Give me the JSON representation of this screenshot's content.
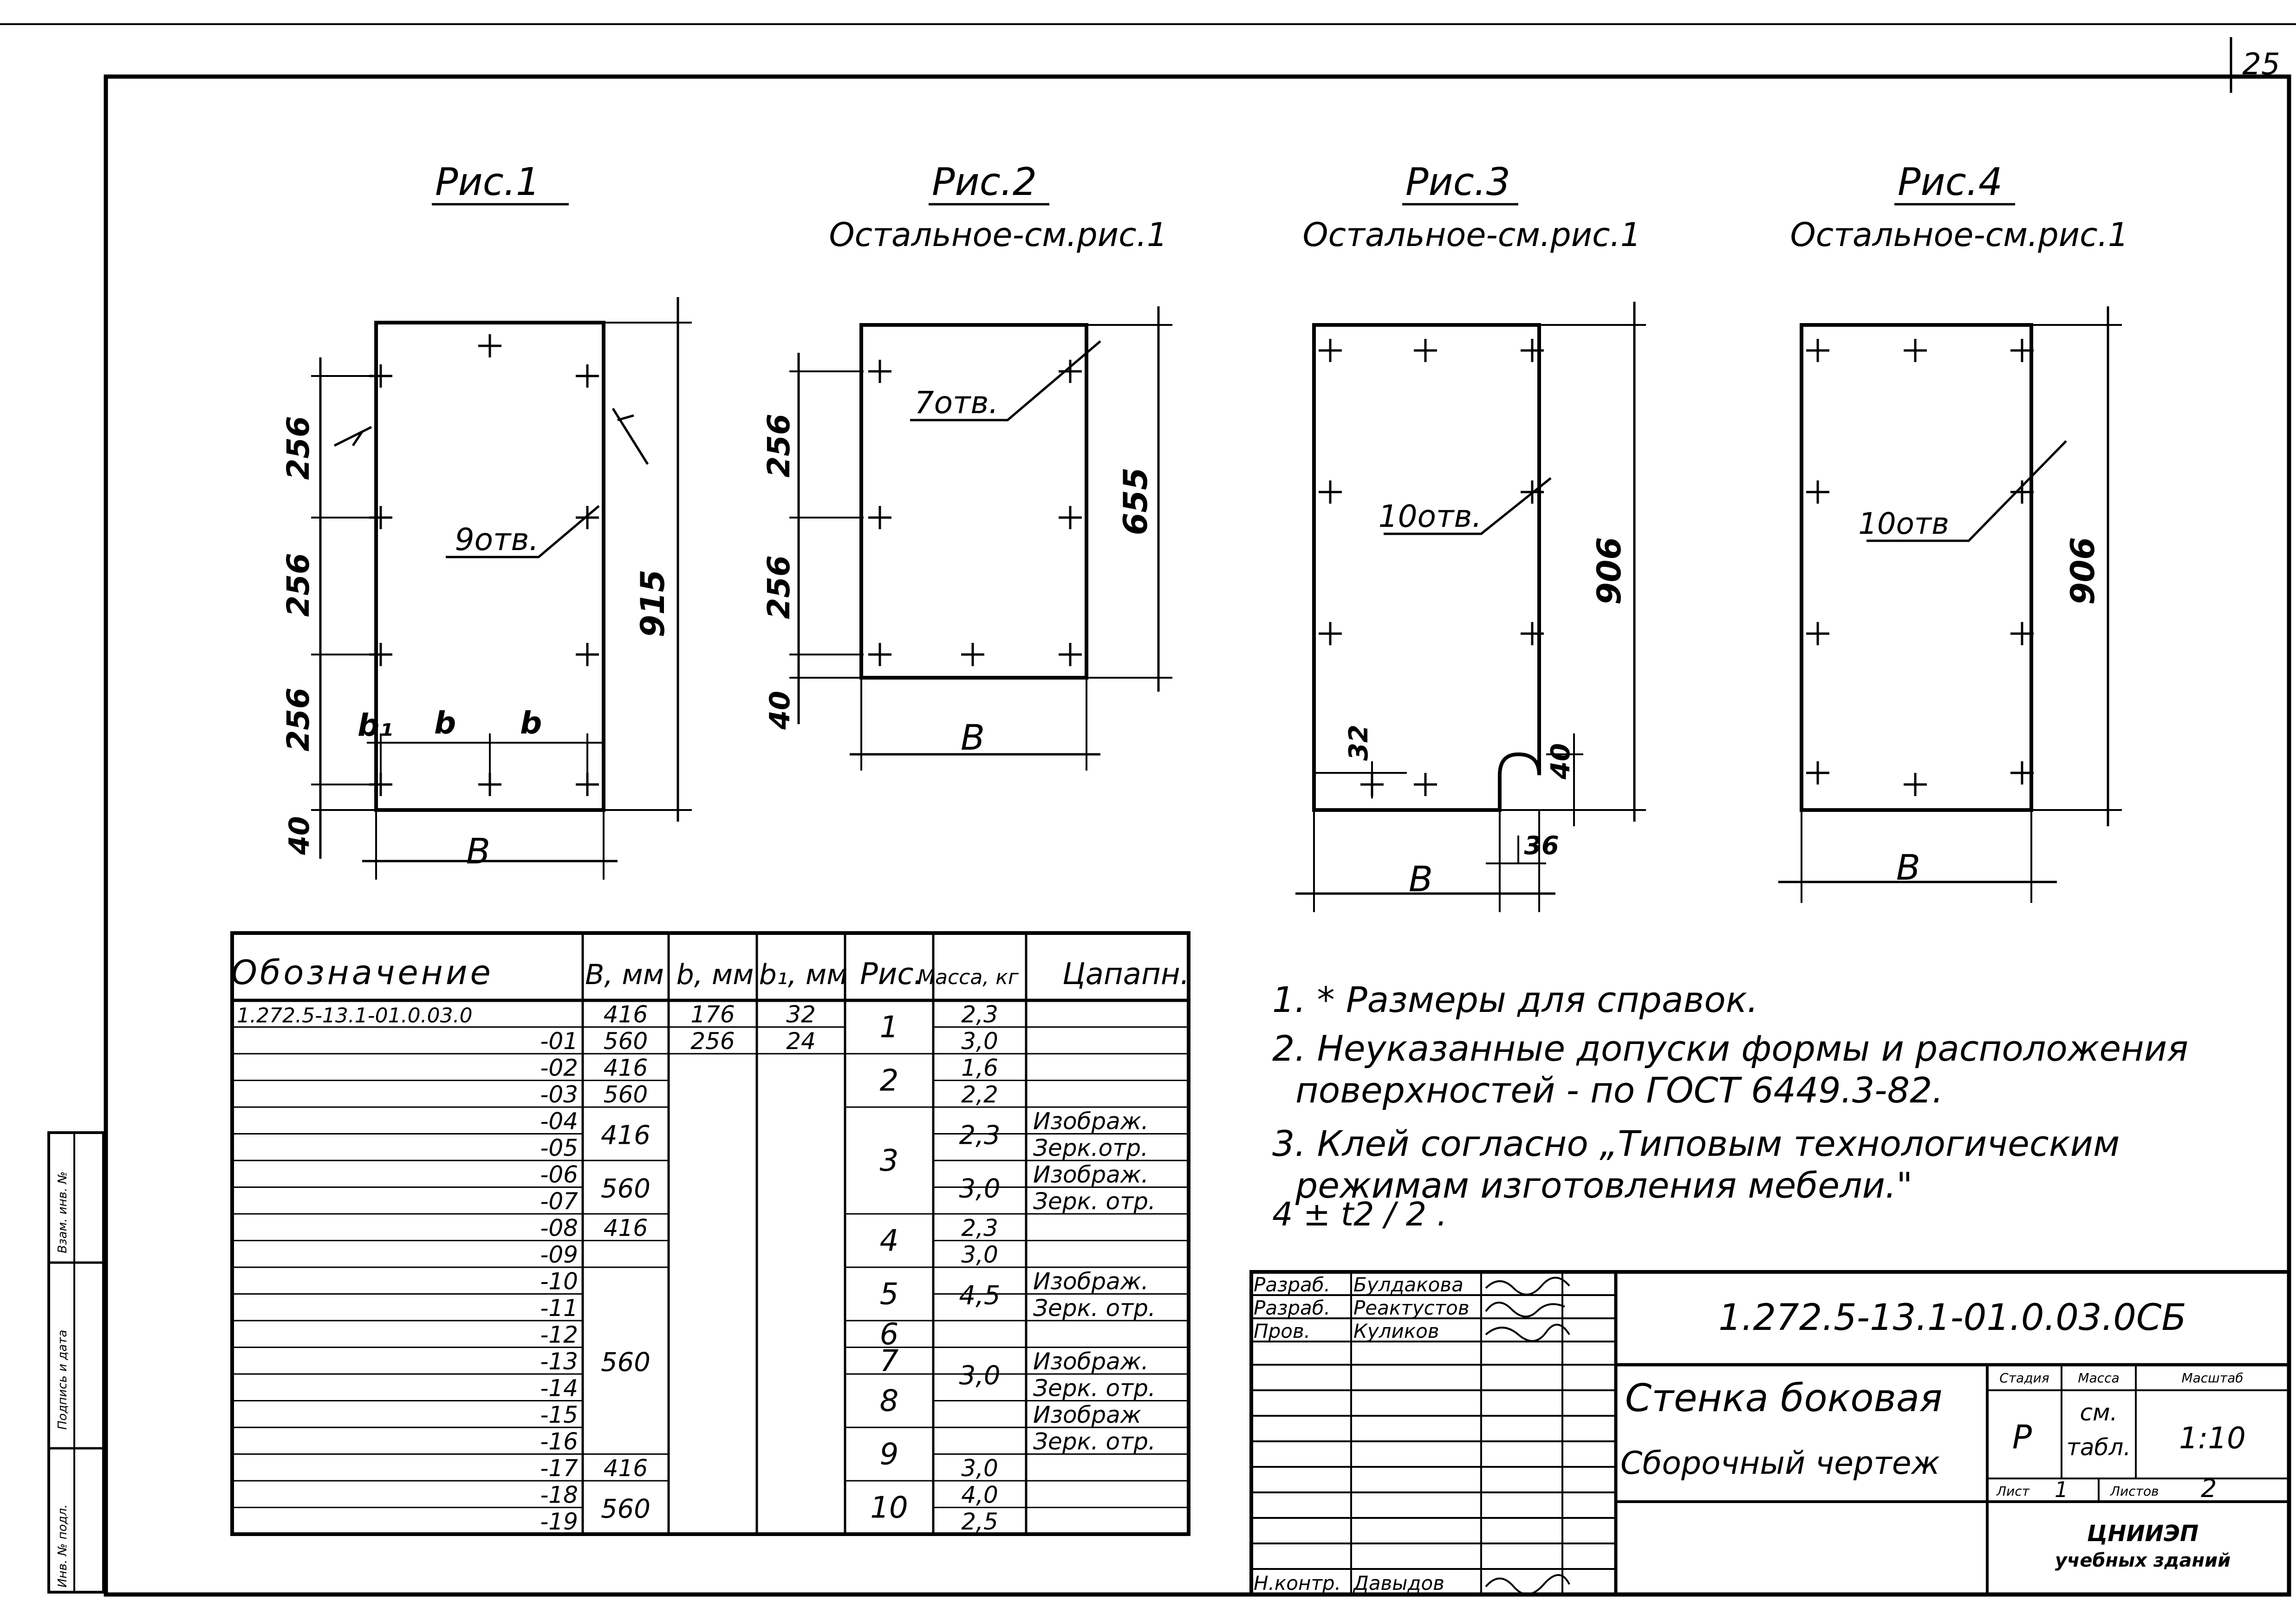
{
  "page_number": "25",
  "figures": [
    {
      "title": "Рис.1",
      "subtitle": "",
      "dims": [
        "256",
        "256",
        "256",
        "40",
        "915",
        "B",
        "b₁",
        "b",
        "b"
      ],
      "holes_label": "9отв."
    },
    {
      "title": "Рис.2",
      "subtitle": "Остальное-см.рис.1",
      "dims": [
        "256",
        "256",
        "40",
        "655",
        "B"
      ],
      "holes_label": "7отв."
    },
    {
      "title": "Рис.3",
      "subtitle": "Остальное-см.рис.1",
      "dims": [
        "906",
        "32",
        "40",
        "36",
        "B"
      ],
      "holes_label": "10отв."
    },
    {
      "title": "Рис.4",
      "subtitle": "Остальное-см.рис.1",
      "dims": [
        "906",
        "B"
      ],
      "holes_label": "10отв"
    }
  ],
  "spec_table": {
    "headers": [
      "Обозначение",
      "B, мм",
      "b, мм",
      "b₁, мм",
      "Рис.",
      "Масса, кг",
      "Цапапн."
    ],
    "rows": [
      {
        "designation": "1.272.5-13.1-01.0.03.0",
        "B": "416",
        "b": "176",
        "b1": "32",
        "mass": "2,3",
        "note": ""
      },
      {
        "designation": "-01",
        "B": "560",
        "b": "256",
        "b1": "24",
        "mass": "3,0",
        "note": ""
      },
      {
        "designation": "-02",
        "B": "416",
        "b": "",
        "b1": "",
        "mass": "1,6",
        "note": ""
      },
      {
        "designation": "-03",
        "B": "560",
        "b": "",
        "b1": "",
        "mass": "2,2",
        "note": ""
      },
      {
        "designation": "-04",
        "B": "",
        "b": "",
        "b1": "",
        "mass": "",
        "note": "Изображ."
      },
      {
        "designation": "-05",
        "B": "",
        "b": "",
        "b1": "",
        "mass": "",
        "note": "Зерк.отр."
      },
      {
        "designation": "-06",
        "B": "",
        "b": "",
        "b1": "",
        "mass": "",
        "note": "Изображ."
      },
      {
        "designation": "-07",
        "B": "",
        "b": "",
        "b1": "",
        "mass": "",
        "note": "Зерк. отр."
      },
      {
        "designation": "-08",
        "B": "416",
        "b": "",
        "b1": "",
        "mass": "2,3",
        "note": ""
      },
      {
        "designation": "-09",
        "B": "",
        "b": "",
        "b1": "",
        "mass": "3,0",
        "note": ""
      },
      {
        "designation": "-10",
        "B": "",
        "b": "",
        "b1": "",
        "mass": "",
        "note": "Изображ."
      },
      {
        "designation": "-11",
        "B": "",
        "b": "",
        "b1": "",
        "mass": "",
        "note": "Зерк. отр."
      },
      {
        "designation": "-12",
        "B": "",
        "b": "",
        "b1": "",
        "mass": "",
        "note": ""
      },
      {
        "designation": "-13",
        "B": "",
        "b": "",
        "b1": "",
        "mass": "",
        "note": "Изображ."
      },
      {
        "designation": "-14",
        "B": "",
        "b": "",
        "b1": "",
        "mass": "",
        "note": "Зерк. отр."
      },
      {
        "designation": "-15",
        "B": "",
        "b": "",
        "b1": "",
        "mass": "",
        "note": "Изображ"
      },
      {
        "designation": "-16",
        "B": "",
        "b": "",
        "b1": "",
        "mass": "",
        "note": "Зерк. отр."
      },
      {
        "designation": "-17",
        "B": "416",
        "b": "",
        "b1": "",
        "mass": "3,0",
        "note": ""
      },
      {
        "designation": "-18",
        "B": "",
        "b": "",
        "b1": "",
        "mass": "4,0",
        "note": ""
      },
      {
        "designation": "-19",
        "B": "",
        "b": "",
        "b1": "",
        "mass": "2,5",
        "note": ""
      }
    ],
    "merged": [
      {
        "field": "fig",
        "value": "1"
      },
      {
        "field": "fig",
        "value": "2"
      },
      {
        "field": "fig",
        "value": "3"
      },
      {
        "field": "fig",
        "value": "4"
      },
      {
        "field": "fig",
        "value": "5"
      },
      {
        "field": "fig",
        "value": "6"
      },
      {
        "field": "fig",
        "value": "7"
      },
      {
        "field": "fig",
        "value": "8"
      },
      {
        "field": "fig",
        "value": "9"
      },
      {
        "field": "fig",
        "value": "10"
      },
      {
        "field": "B",
        "value": "416"
      },
      {
        "field": "B",
        "value": "560"
      },
      {
        "field": "B",
        "value": "560"
      },
      {
        "field": "B",
        "value": "560"
      },
      {
        "field": "mass",
        "value": "2,3"
      },
      {
        "field": "mass",
        "value": "3,0"
      },
      {
        "field": "mass",
        "value": "4,5"
      },
      {
        "field": "mass",
        "value": "3,0"
      }
    ]
  },
  "notes": [
    "1. * Размеры для справок.",
    "2. Неуказанные допуски формы и расположения",
    "поверхностей - по ГОСТ 6449.3-82.",
    "3. Клей согласно „Типовым технологическим",
    "режимам изготовления мебели.\"",
    "4 ± t2 / 2 ."
  ],
  "title_block": {
    "roles": [
      "Разраб.",
      "Разраб.",
      "Пров.",
      "Н.контр."
    ],
    "names": [
      "Булдакова",
      "Реактустов",
      "Куликов",
      "Давыдов"
    ],
    "drawing_number": "1.272.5-13.1-01.0.03.0СБ",
    "part_name": "Стенка боковая",
    "doc_type": "Сборочный чертеж",
    "stage_label": "Стадия",
    "mass_label": "Масса",
    "scale_label": "Масштаб",
    "stage": "Р",
    "mass_value_1": "см.",
    "mass_value_2": "табл.",
    "scale": "1:10",
    "sheet_label": "Лист",
    "sheet": "1",
    "sheets_label": "Листов",
    "sheets": "2",
    "org_1": "ЦНИИЭП",
    "org_2": "учебных зданий"
  },
  "side_stamp": [
    "Взам. инв. №",
    "Подпись и дата",
    "Инв. № подл."
  ]
}
